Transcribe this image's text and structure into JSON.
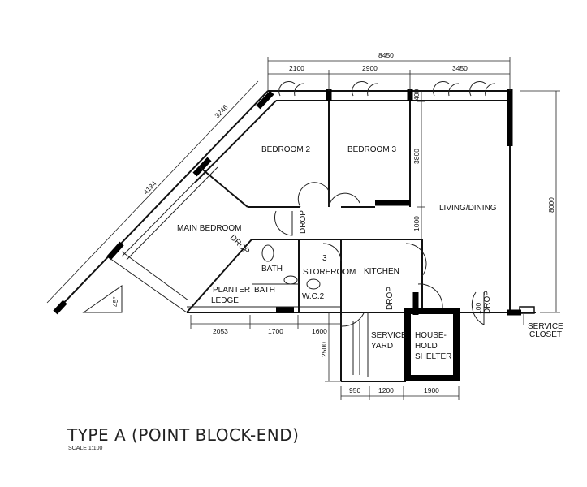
{
  "title": "TYPE A (POINT BLOCK-END)",
  "scale": "SCALE  1:100",
  "rooms": {
    "bedroom2": "BEDROOM 2",
    "bedroom3": "BEDROOM 3",
    "living": "LIVING/DINING",
    "main_bedroom": "MAIN BEDROOM",
    "bath1": "BATH",
    "bath2": "BATH",
    "kitchen": "KITCHEN",
    "storeroom": "STOREROOM",
    "wc2": "W.C.2",
    "planter": "PLANTER",
    "ledge": "LEDGE",
    "service_yard_1": "SERVICE",
    "service_yard_2": "YARD",
    "shelter_1": "HOUSE-",
    "shelter_2": "HOLD",
    "shelter_3": "SHELTER",
    "service_closet_1": "SERVICE",
    "service_closet_2": "CLOSET"
  },
  "notes": {
    "drop": "DROP",
    "room_no": "3"
  },
  "dimensions": {
    "top_total": "8450",
    "top": [
      "2100",
      "2900",
      "3450"
    ],
    "right_total": "8000",
    "inner_vertical": [
      "400",
      "3800",
      "1000"
    ],
    "diagonal": [
      "3246",
      "4134"
    ],
    "bottom": [
      "2053",
      "1700",
      "1600"
    ],
    "bottom2": [
      "950",
      "1200",
      "1900"
    ],
    "yard_depth": "2500",
    "closet_width": "100",
    "angle": "45°"
  }
}
